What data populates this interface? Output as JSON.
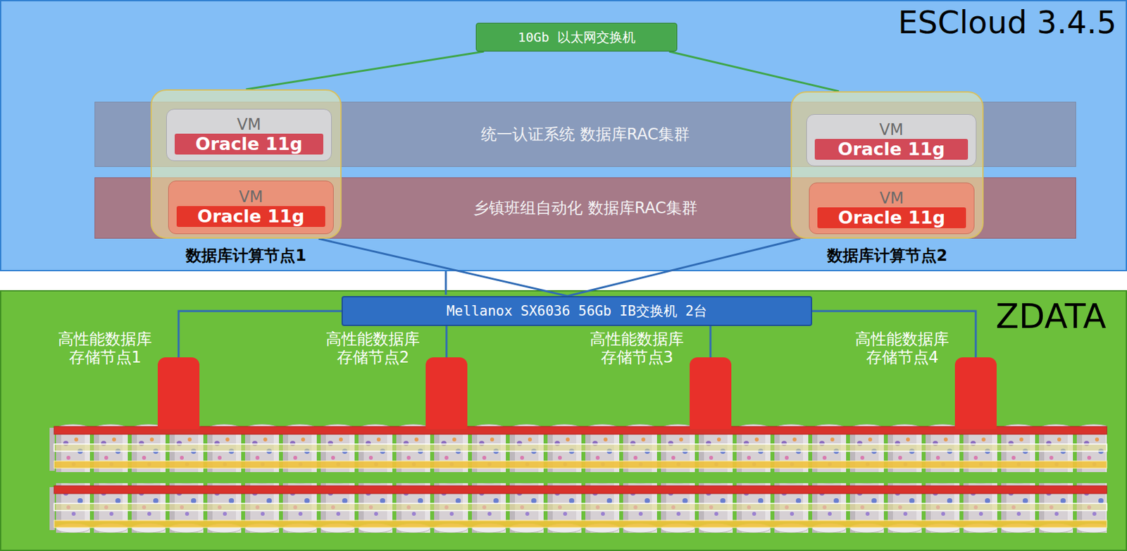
{
  "diagram": {
    "nodes": [
      {
        "text": [
          "ESCloud 3.4.5"
        ]
      },
      {
        "text": [
          "10Gb 以太网交换机"
        ],
        "in": 0
      },
      {
        "text": [
          "统一认证系统 数据库RAC集群"
        ],
        "in": 0
      },
      {
        "text": [
          "乡镇班组自动化 数据库RAC集群"
        ],
        "in": 0
      },
      {
        "text": [
          "数据库计算节点1"
        ],
        "in": 0
      },
      {
        "text": [
          "VM",
          "Oracle 11g"
        ],
        "in": 4
      },
      {
        "text": [
          "VM",
          "Oracle 11g"
        ],
        "in": 4
      },
      {
        "text": [
          "数据库计算节点2"
        ],
        "in": 0
      },
      {
        "text": [
          "VM",
          "Oracle 11g"
        ],
        "in": 7
      },
      {
        "text": [
          "VM",
          "Oracle 11g"
        ],
        "in": 7
      },
      {
        "text": [
          "ZDATA"
        ]
      },
      {
        "text": [
          "Mellanox SX6036 56Gb IB交换机 2台"
        ],
        "in": 10
      },
      {
        "text": [
          "高性能数据库 存储节点1"
        ],
        "in": 10
      },
      {
        "text": [
          "高性能数据库 存储节点2"
        ],
        "in": 10
      },
      {
        "text": [
          "高性能数据库 存储节点3"
        ],
        "in": 10
      },
      {
        "text": [
          "高性能数据库 存储节点4"
        ],
        "in": 10
      }
    ],
    "edges": [
      {
        "from": 1,
        "to": 4,
        "arrow": "none"
      },
      {
        "from": 1,
        "to": 7,
        "arrow": "none"
      },
      {
        "from": 4,
        "to": 11,
        "arrow": "none"
      },
      {
        "from": 7,
        "to": 11,
        "arrow": "none"
      },
      {
        "from": 11,
        "to": 12,
        "arrow": "none"
      },
      {
        "from": 11,
        "to": 13,
        "arrow": "none"
      },
      {
        "from": 11,
        "to": 14,
        "arrow": "none"
      },
      {
        "from": 11,
        "to": 15,
        "arrow": "none"
      }
    ]
  }
}
